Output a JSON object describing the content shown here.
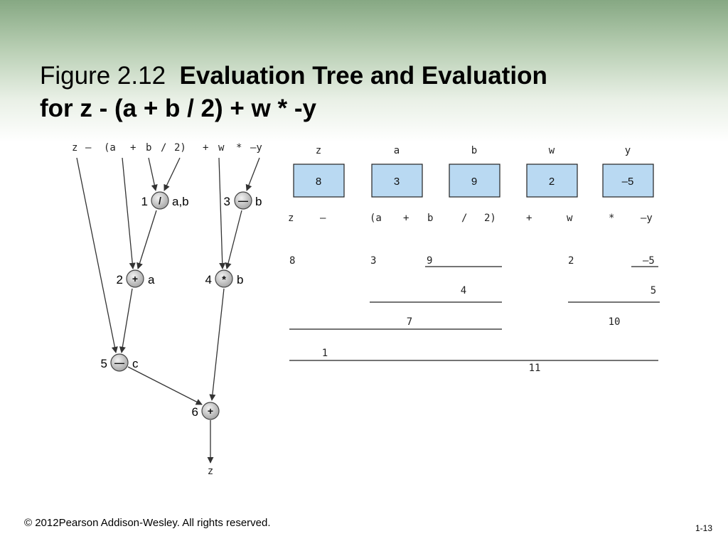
{
  "slide": {
    "title_prefix": "Figure 2.12",
    "title_bold_line1": "Evaluation Tree and Evaluation",
    "title_bold_line2": "for z - (a + b / 2) + w * -y",
    "copyright": "© 2012Pearson Addison-Wesley. All rights reserved.",
    "page_number": "1-13"
  },
  "tree": {
    "expression_tokens": [
      "z",
      "—",
      "(a",
      "+",
      "b",
      "/",
      "2)",
      "+",
      "w",
      "*",
      "–y"
    ],
    "nodes": [
      {
        "num": "1",
        "op": "/",
        "label": "a,b"
      },
      {
        "num": "3",
        "op": "—",
        "label": "b"
      },
      {
        "num": "2",
        "op": "+",
        "label": "a"
      },
      {
        "num": "4",
        "op": "*",
        "label": "b"
      },
      {
        "num": "5",
        "op": "—",
        "label": "c"
      },
      {
        "num": "6",
        "op": "+",
        "label": ""
      }
    ],
    "result_label": "z"
  },
  "evaluation": {
    "variables": [
      {
        "name": "z",
        "value": "8"
      },
      {
        "name": "a",
        "value": "3"
      },
      {
        "name": "b",
        "value": "9"
      },
      {
        "name": "w",
        "value": "2"
      },
      {
        "name": "y",
        "value": "–5"
      }
    ],
    "expression_tokens": [
      "z",
      "—",
      "(a",
      "+",
      "b",
      "/",
      "2)",
      "+",
      "w",
      "*",
      "—y"
    ],
    "substituted_values": [
      "8",
      "3",
      "9",
      "2",
      "–5"
    ],
    "partial_results": [
      "4",
      "5",
      "7",
      "10",
      "1",
      "11"
    ]
  }
}
